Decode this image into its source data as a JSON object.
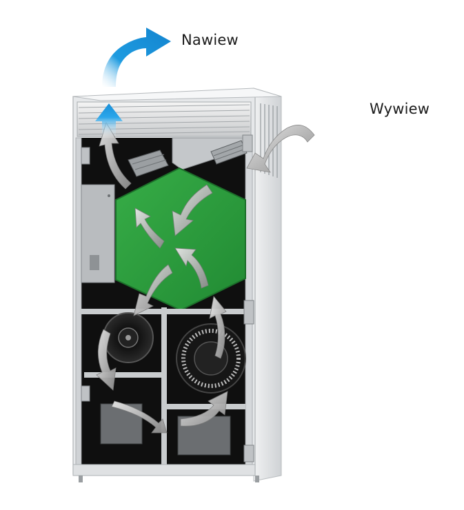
{
  "labels": {
    "supply": "Nawiew",
    "exhaust": "Wywiew"
  },
  "colors": {
    "supply_arrow": "#1e9be0",
    "exchanger_core": "#2e9e3e",
    "housing": "#e4e6e8",
    "interior": "#101010",
    "flow_arrow": "#bdbdbd"
  },
  "icons": {
    "supply_arrow": "curved-arrow-blue",
    "exhaust_arrow": "curved-arrow-grey"
  }
}
